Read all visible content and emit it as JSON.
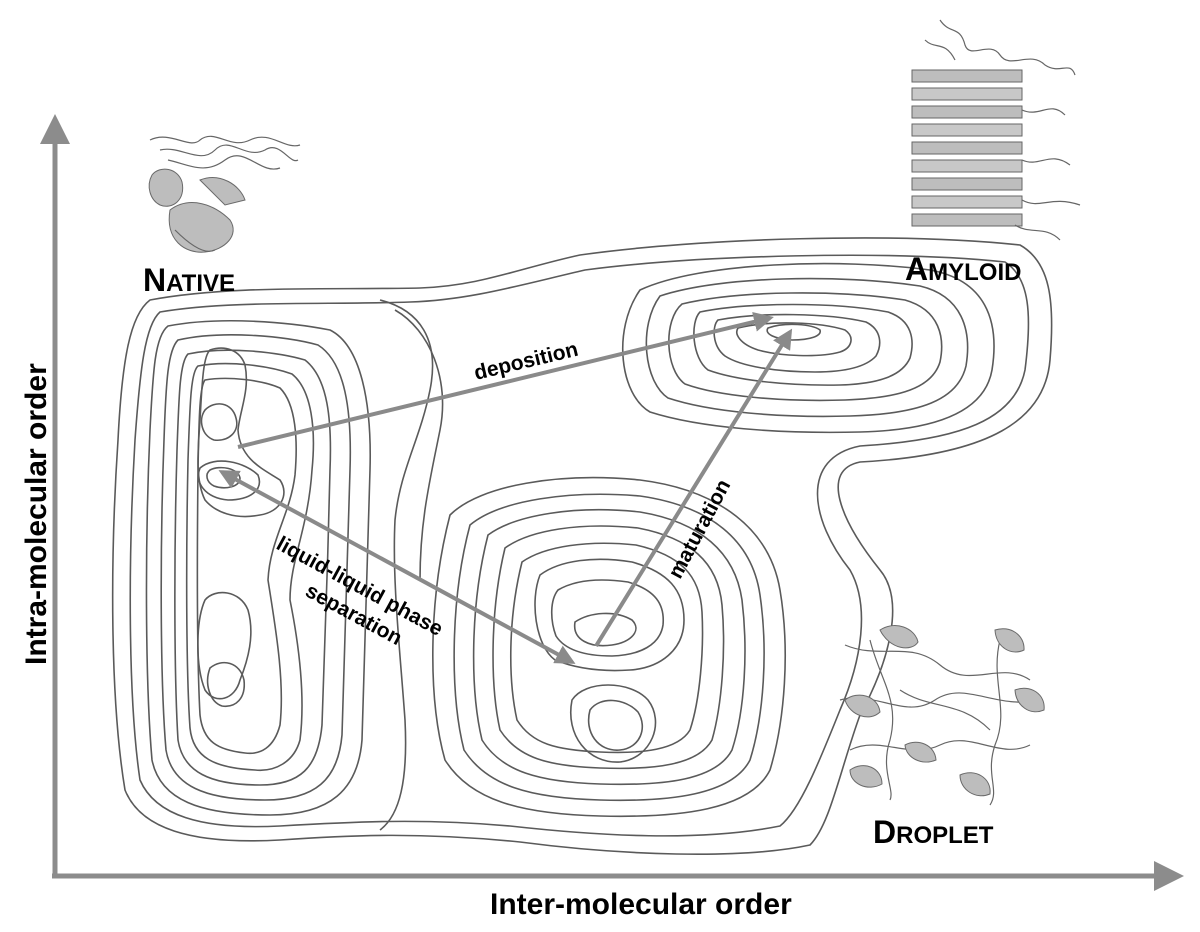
{
  "axes": {
    "x_label": "Inter-molecular order",
    "y_label": "Intra-molecular order"
  },
  "states": {
    "native": {
      "first": "N",
      "rest": "ATIVE"
    },
    "amyloid": {
      "first": "A",
      "rest": "MYLOID"
    },
    "droplet": {
      "first": "D",
      "rest": "ROPLET"
    }
  },
  "transitions": {
    "deposition": "deposition",
    "llps_line1": "liquid-liquid phase",
    "llps_line2": "separation",
    "maturation": "maturation"
  },
  "colors": {
    "axis": "#8c8c8c",
    "arrow": "#8a8a8a",
    "contour": "#5a5a5a",
    "text": "#000000"
  },
  "icons": {
    "native_structure": "protein-native-icon",
    "amyloid_structure": "amyloid-fibril-icon",
    "droplet_structure": "protein-droplet-icon"
  }
}
